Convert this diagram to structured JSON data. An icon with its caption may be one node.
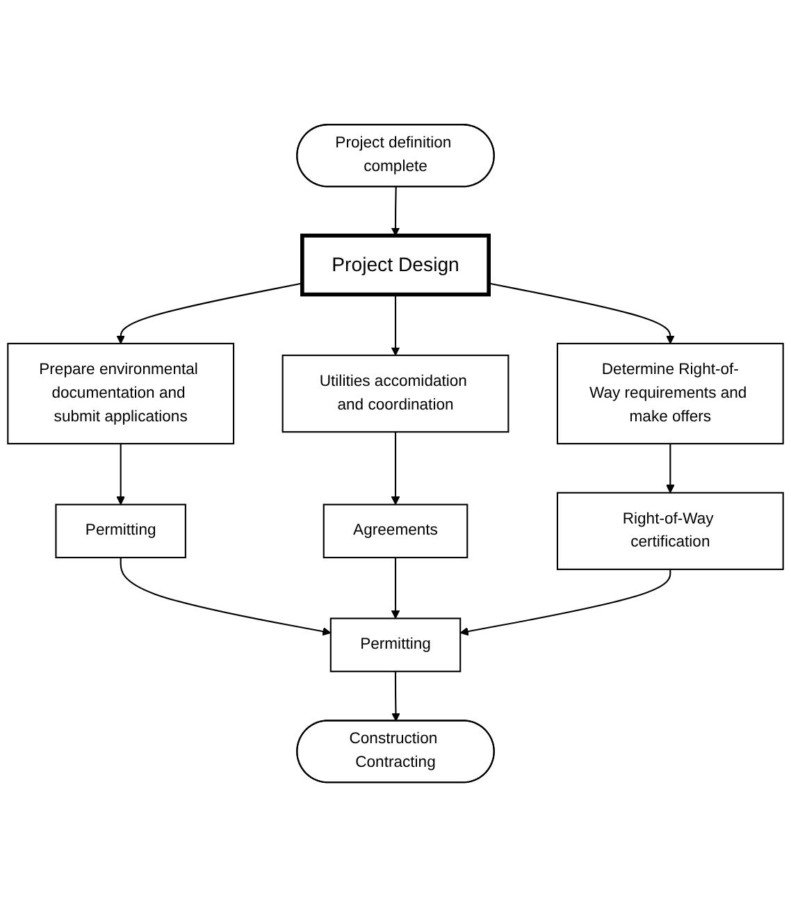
{
  "diagram": {
    "nodes": [
      {
        "text": [
          "Project definition complete"
        ]
      },
      {
        "text": [
          "Project Design"
        ]
      },
      {
        "text": [
          "Prepare environmental documentation and submit applications"
        ]
      },
      {
        "text": [
          "Permitting"
        ]
      },
      {
        "text": [
          "Utilities accomidation and coordination"
        ]
      },
      {
        "text": [
          "Agreements"
        ]
      },
      {
        "text": [
          "Determine Right-of-Way requirements and make offers"
        ]
      },
      {
        "text": [
          "Right-of-Way certification"
        ]
      },
      {
        "text": [
          "Permitting"
        ]
      },
      {
        "text": [
          "Construction Contracting"
        ]
      }
    ],
    "edges": [
      {
        "from": 0,
        "to": 1,
        "arrow": "to"
      },
      {
        "from": 1,
        "to": 2,
        "arrow": "to"
      },
      {
        "from": 1,
        "to": 4,
        "arrow": "to"
      },
      {
        "from": 1,
        "to": 6,
        "arrow": "to"
      },
      {
        "from": 2,
        "to": 3,
        "arrow": "to"
      },
      {
        "from": 4,
        "to": 5,
        "arrow": "to"
      },
      {
        "from": 6,
        "to": 7,
        "arrow": "to"
      },
      {
        "from": 3,
        "to": 8,
        "arrow": "to"
      },
      {
        "from": 5,
        "to": 8,
        "arrow": "to"
      },
      {
        "from": 7,
        "to": 8,
        "arrow": "to"
      },
      {
        "from": 8,
        "to": 9,
        "arrow": "to"
      }
    ]
  }
}
